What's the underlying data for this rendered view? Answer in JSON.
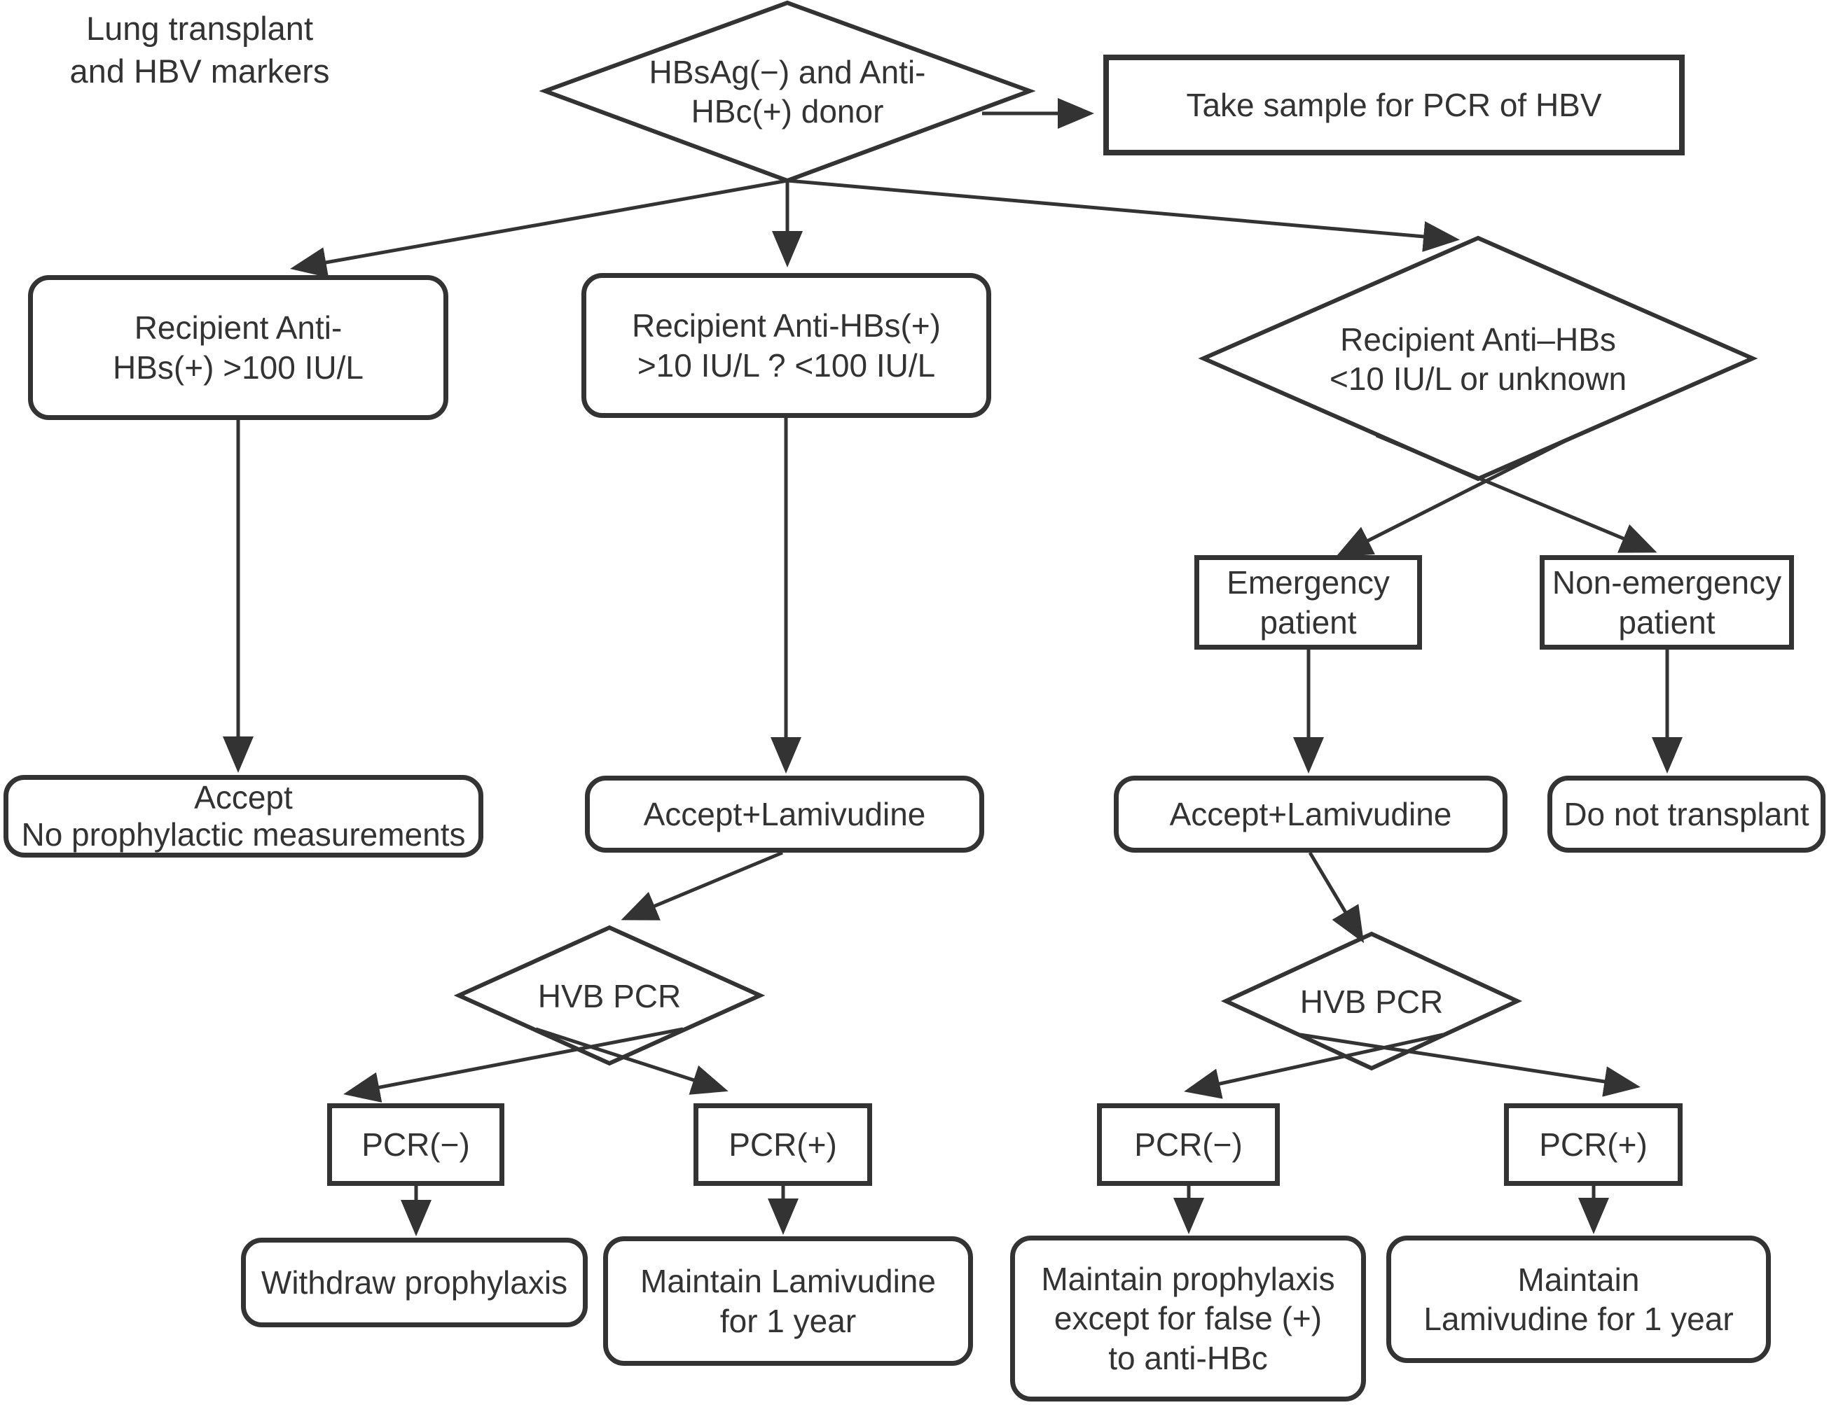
{
  "title": "Lung transplant\nand HBV markers",
  "colors": {
    "stroke": "#333333",
    "text": "#333333",
    "background": "#ffffff"
  },
  "nodes": {
    "donor": "HBsAg(−) and Anti-\nHBc(+) donor",
    "take_sample": "Take sample for PCR of HBV",
    "recipient_high": "Recipient Anti-\nHBs(+) >100 IU/L",
    "recipient_mid": "Recipient Anti-HBs(+)\n>10 IU/L ? <100 IU/L",
    "recipient_low": "Recipient Anti–HBs\n<10 IU/L or unknown",
    "emergency": "Emergency\npatient",
    "non_emergency": "Non-emergency\npatient",
    "accept_no_prophylaxis": "Accept\nNo prophylactic measurements",
    "accept_lamivudine_mid": "Accept+Lamivudine",
    "accept_lamivudine_right": "Accept+Lamivudine",
    "do_not_transplant": "Do not transplant",
    "hvb_pcr_mid": "HVB PCR",
    "hvb_pcr_right": "HVB PCR",
    "pcr_negative_mid": "PCR(−)",
    "pcr_positive_mid": "PCR(+)",
    "pcr_negative_right": "PCR(−)",
    "pcr_positive_right": "PCR(+)",
    "withdraw_prophylaxis": "Withdraw prophylaxis",
    "maintain_lamivudine_mid": "Maintain Lamivudine\nfor 1 year",
    "maintain_prophylaxis": "Maintain prophylaxis\nexcept for false (+)\nto anti-HBc",
    "maintain_lamivudine_right": "Maintain\nLamivudine for 1 year"
  }
}
